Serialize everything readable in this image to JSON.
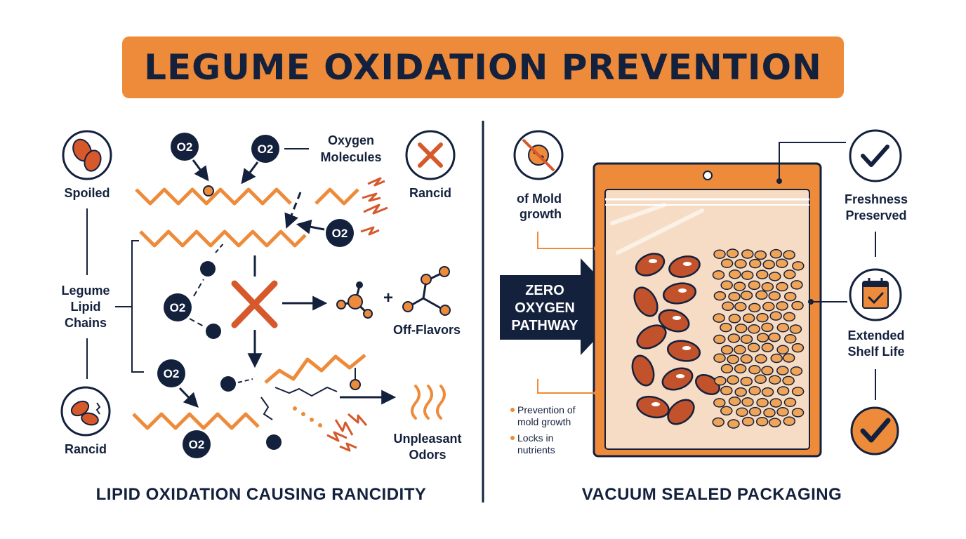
{
  "title": "LEGUME OXIDATION PREVENTION",
  "colors": {
    "orange": "#ee8b3a",
    "navy": "#14213d",
    "red_orange": "#d6582b",
    "cream": "#f6dcc4"
  },
  "left_panel": {
    "caption": "LIPID OXIDATION CAUSING RANCIDITY",
    "labels": {
      "spoiled": "Spoiled",
      "rancid_top": "Rancid",
      "rancid_bottom": "Rancid",
      "oxygen_line1": "Oxygen",
      "oxygen_line2": "Molecules",
      "lipid_line1": "Legume",
      "lipid_line2": "Lipid",
      "lipid_line3": "Chains",
      "off_flavors": "Off-Flavors",
      "odors_line1": "Unpleasant",
      "odors_line2": "Odors",
      "plus": "+"
    },
    "molecule_symbol": "O2",
    "icons": [
      "bean-pair-icon",
      "cross-icon",
      "spoiled-bean-icon",
      "molecule-icon",
      "heat-waves-icon",
      "zigzag-spark-icon"
    ]
  },
  "right_panel": {
    "caption": "VACUUM SEALED PACKAGING",
    "arrow_lines": [
      "ZERO",
      "OXYGEN",
      "PATHWAY"
    ],
    "labels": {
      "mold_line1": "of Mold",
      "mold_line2": "growth",
      "fresh_line1": "Freshness",
      "fresh_line2": "Preserved",
      "shelf_line1": "Extended",
      "shelf_line2": "Shelf Life"
    },
    "bullets": [
      {
        "line1": "Prevention of",
        "line2": "mold growth"
      },
      {
        "line1": "Locks in",
        "line2": "nutrients"
      }
    ],
    "icons": [
      "no-mold-icon",
      "check-icon",
      "calendar-check-icon",
      "check-badge-icon"
    ]
  }
}
